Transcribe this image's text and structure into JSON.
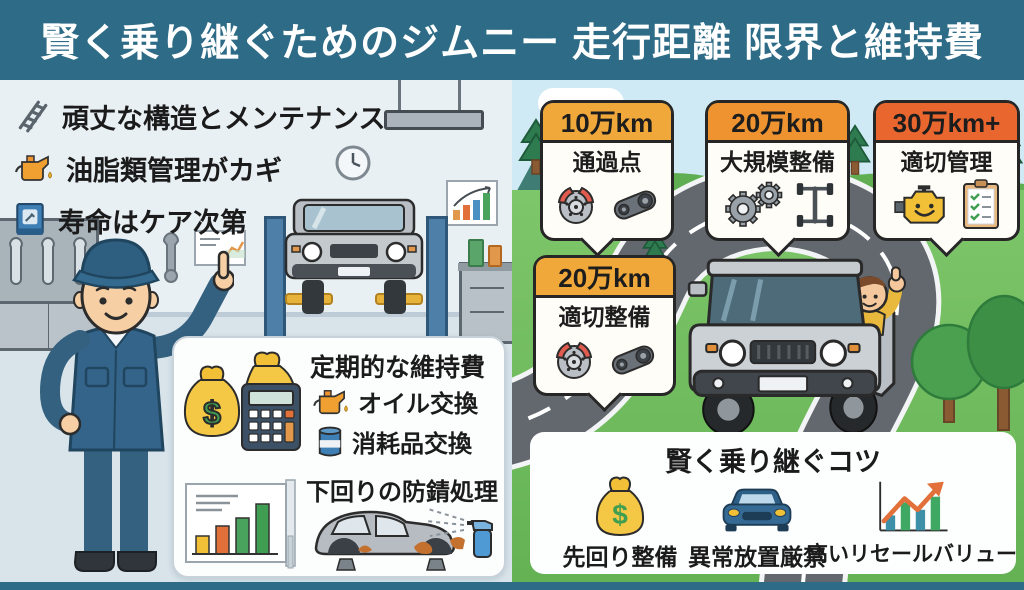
{
  "header": {
    "title": "賢く乗り継ぐためのジムニー 走行距離 限界と維持費"
  },
  "left_panel": {
    "bullets": [
      {
        "icon": "ladder-frame-icon",
        "label": "頑丈な構造とメンテナンス"
      },
      {
        "icon": "oil-can-icon",
        "label": "油脂類管理がカギ"
      },
      {
        "icon": "manual-book-icon",
        "label": "寿命はケア次第"
      }
    ],
    "maintenance_box": {
      "title": "定期的な維持費",
      "items": [
        {
          "icon": "oil-can-icon",
          "label": "オイル交換"
        },
        {
          "icon": "parts-canister-icon",
          "label": "消耗品交換"
        }
      ]
    },
    "rustproof": {
      "title": "下回りの防錆処理",
      "icons": [
        "rusty-car-icon",
        "spray-bottle-icon",
        "bar-chart-flipboard-icon"
      ]
    },
    "scene": [
      "mechanic",
      "jimny-on-lift",
      "tool-cabinet",
      "wall-clock",
      "ceiling-light",
      "wall-chart",
      "workbench",
      "money-bags-and-calculator"
    ]
  },
  "right_panel": {
    "milestones": [
      {
        "km": "10万km",
        "label": "通過点",
        "header_color": "#f1a83a",
        "icons": [
          "brake-disc-icon",
          "timing-belt-icon"
        ]
      },
      {
        "km": "20万km",
        "label": "大規模整備",
        "header_color": "#ef9330",
        "icons": [
          "gears-icon",
          "chassis-icon"
        ]
      },
      {
        "km": "30万km+",
        "label": "適切管理",
        "header_color": "#e9662f",
        "icons": [
          "engine-icon",
          "checklist-icon"
        ]
      },
      {
        "km": "20万km",
        "label": "適切整備",
        "header_color": "#f1a83a",
        "icons": [
          "brake-disc-icon",
          "timing-belt-icon"
        ]
      }
    ],
    "tips_box": {
      "title": "賢く乗り継ぐコツ",
      "items": [
        {
          "icon": "money-bag-icon",
          "label": "先回り整備"
        },
        {
          "icon": "car-front-icon",
          "label": "異常放置厳禁"
        },
        {
          "icon": "resale-chart-icon",
          "label": "高いリセールバリュー"
        }
      ]
    },
    "scene": [
      "winding-road",
      "driving-jimny",
      "driver-thumbs-up",
      "pine-trees",
      "round-trees",
      "cloud",
      "mountains"
    ]
  },
  "colors": {
    "header_bg": "#2d6b86",
    "left_panel_bg": "#e9f0f4",
    "sky": "#cfeaf5",
    "grass": "#74bd60",
    "road": "#62686e",
    "milestone_yellow": "#f1a83a",
    "milestone_orange": "#ef9330",
    "milestone_red_orange": "#e9662f",
    "callout_border": "#262626"
  }
}
